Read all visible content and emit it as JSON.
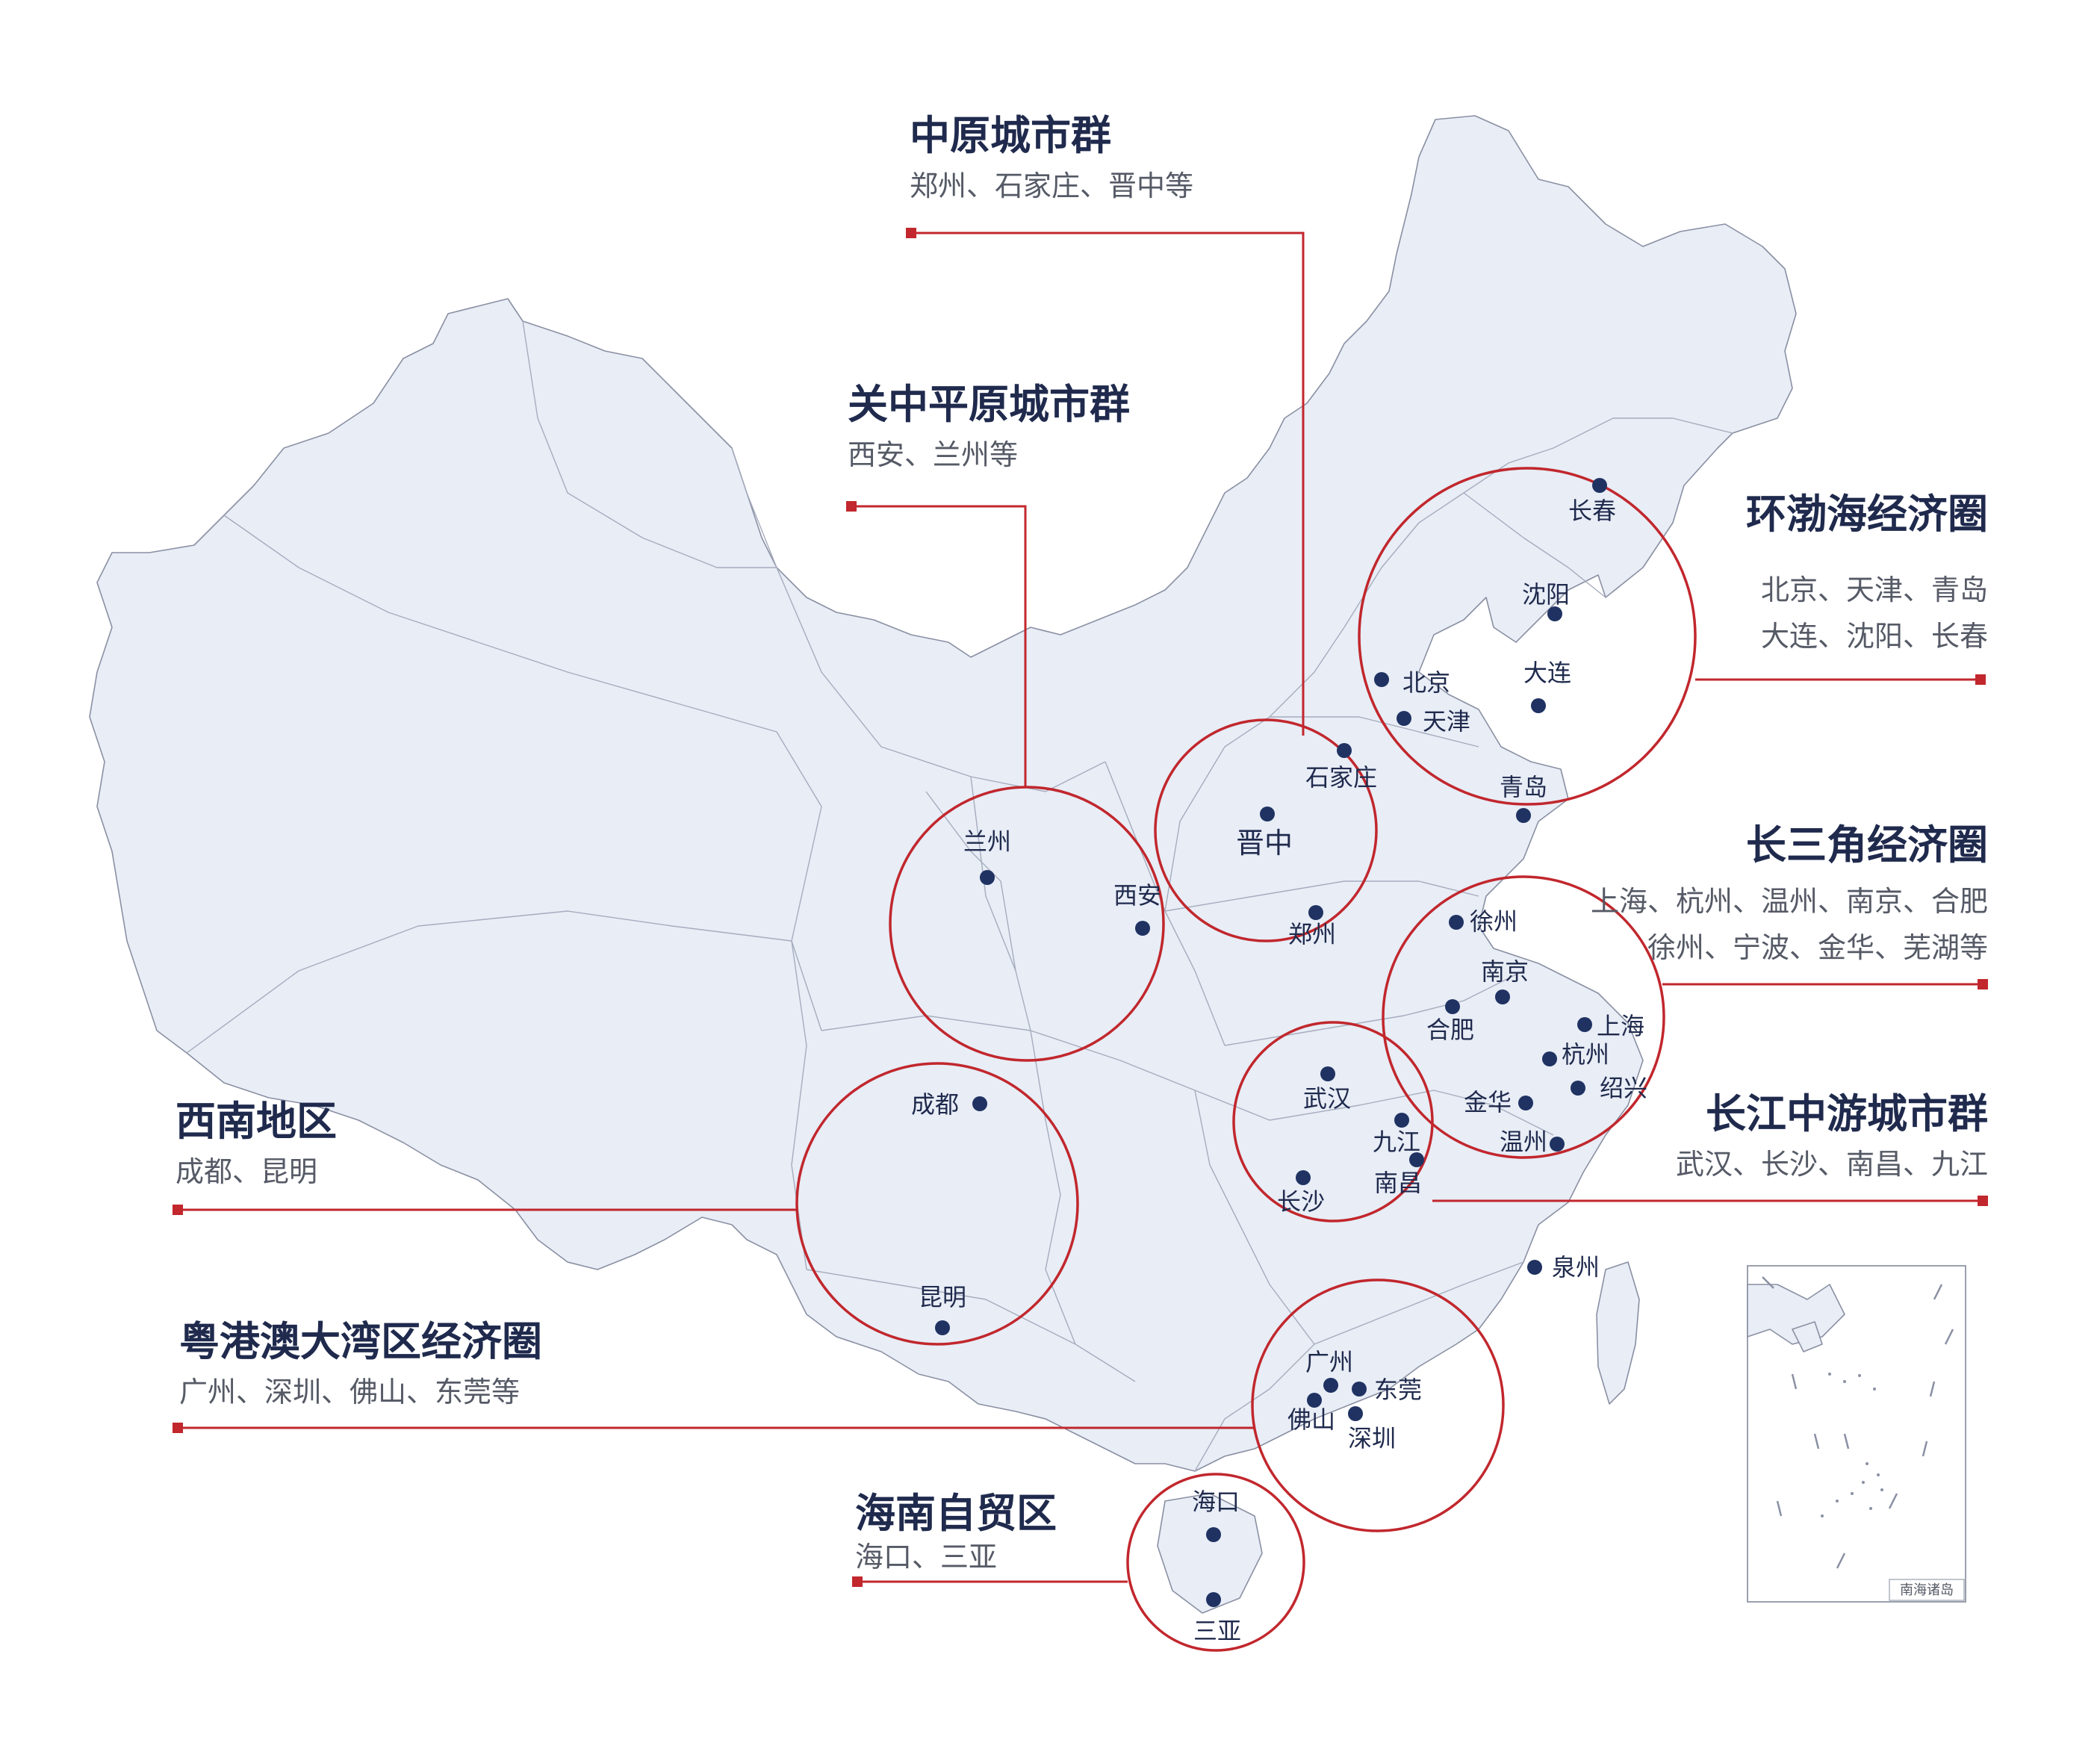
{
  "regions": [
    {
      "id": "zhongyuan",
      "title": "中原城市群",
      "subtitle": "郑州、石家庄、晋中等"
    },
    {
      "id": "guanzhong",
      "title": "关中平原城市群",
      "subtitle": "西安、兰州等"
    },
    {
      "id": "bohai",
      "title": "环渤海经济圈",
      "subtitle_lines": [
        "北京、天津、青岛",
        "大连、沈阳、长春"
      ]
    },
    {
      "id": "yrd",
      "title": "长三角经济圈",
      "subtitle_lines": [
        "上海、杭州、温州、南京、合肥",
        "徐州、宁波、金华、芜湖等"
      ]
    },
    {
      "id": "xinan",
      "title": "西南地区",
      "subtitle": "成都、昆明"
    },
    {
      "id": "changjiang",
      "title": "长江中游城市群",
      "subtitle": "武汉、长沙、南昌、九江"
    },
    {
      "id": "gba",
      "title": "粤港澳大湾区经济圈",
      "subtitle": "广州、深圳、佛山、东莞等"
    },
    {
      "id": "hainan",
      "title": "海南自贸区",
      "subtitle": "海口、三亚"
    }
  ],
  "cities": [
    {
      "name": "长春"
    },
    {
      "name": "沈阳"
    },
    {
      "name": "大连"
    },
    {
      "name": "北京"
    },
    {
      "name": "天津"
    },
    {
      "name": "青岛"
    },
    {
      "name": "石家庄"
    },
    {
      "name": "晋中"
    },
    {
      "name": "郑州"
    },
    {
      "name": "兰州"
    },
    {
      "name": "西安"
    },
    {
      "name": "徐州"
    },
    {
      "name": "南京"
    },
    {
      "name": "合肥"
    },
    {
      "name": "上海"
    },
    {
      "name": "杭州"
    },
    {
      "name": "绍兴"
    },
    {
      "name": "金华"
    },
    {
      "name": "温州"
    },
    {
      "name": "武汉"
    },
    {
      "name": "九江"
    },
    {
      "name": "南昌"
    },
    {
      "name": "长沙"
    },
    {
      "name": "成都"
    },
    {
      "name": "昆明"
    },
    {
      "name": "泉州"
    },
    {
      "name": "广州"
    },
    {
      "name": "东莞"
    },
    {
      "name": "佛山"
    },
    {
      "name": "深圳"
    },
    {
      "name": "海口"
    },
    {
      "name": "三亚"
    }
  ],
  "inset": {
    "caption": "南海诸岛"
  },
  "colors": {
    "accent": "#c1272d",
    "land": "#e8edf6",
    "ink": "#1f2a4d",
    "dot": "#1f3262"
  }
}
